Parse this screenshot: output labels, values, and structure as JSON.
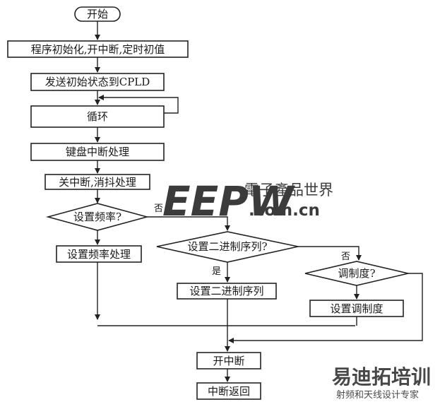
{
  "flowchart": {
    "nodes": {
      "start": "开始",
      "init": "程序初始化,开中断,定时初值",
      "send": "发送初始状态到CPLD",
      "loop": "循环",
      "kbd": "键盘中断处理",
      "close": "关中断,消抖处理",
      "dec_freq": "设置频率?",
      "proc_freq": "设置频率处理",
      "dec_bin": "设置二进制序列?",
      "proc_bin": "设置二进制序列",
      "dec_mod": "调制度?",
      "proc_mod": "设置调制度",
      "open_int": "开中断",
      "ret": "中断返回"
    },
    "edge_labels": {
      "no_freq": "否",
      "yes_bin": "是",
      "no_bin": "否"
    }
  },
  "watermark": {
    "logo_letters": "EEPW",
    "cn_name": "電子產品世界",
    "domain": ".com.cn",
    "banner": "易迪拓培训",
    "banner_sub": "射频和天线设计专家"
  },
  "colors": {
    "line": "#222222",
    "watermark_red": "#e8a9a5",
    "watermark_red_dark": "#d98580"
  }
}
